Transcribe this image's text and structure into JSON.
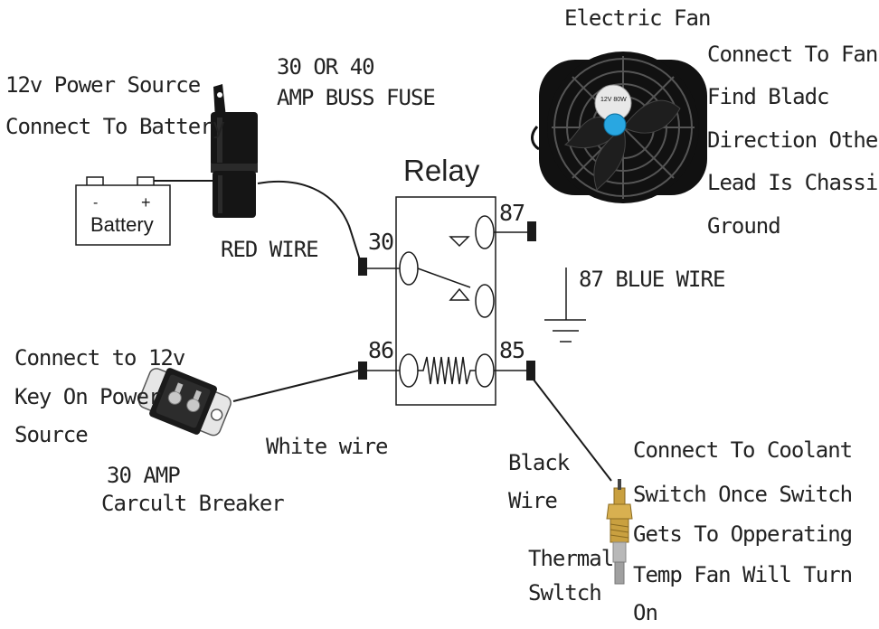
{
  "labels": {
    "power_source_line1": "12v Power Source",
    "power_source_line2": "Connect To Battery",
    "fuse_line1": "30 OR 40",
    "fuse_line2": "AMP BUSS FUSE",
    "battery_minus": "-",
    "battery_plus": "+",
    "battery": "Battery",
    "red_wire": "RED WIRE",
    "relay_title": "Relay",
    "pin_30": "30",
    "pin_87": "87",
    "pin_86": "86",
    "pin_85": "85",
    "blue_wire": "87 BLUE WIRE",
    "electric_fan": "Electric Fan",
    "fan_note_1": "Connect To Fan",
    "fan_note_2": "Find Bladc",
    "fan_note_3": "Direction Other",
    "fan_note_4": "Lead Is Chassis",
    "fan_note_5": "Ground",
    "fan_hub_label": "12V 80W",
    "key_on_1": "Connect to 12v",
    "key_on_2": "Key On Power",
    "key_on_3": "Source",
    "breaker_1": "30 AMP",
    "breaker_2": "Carcult Breaker",
    "white_wire": "White wire",
    "black_wire_1": "Black",
    "black_wire_2": "Wire",
    "thermal_1": "Thermal",
    "thermal_2": "Swltch",
    "coolant_1": "Connect To Coolant",
    "coolant_2": "Switch Once Switch",
    "coolant_3": "Gets To Opperating",
    "coolant_4": "Temp Fan Will Turn",
    "coolant_5": "On"
  },
  "colors": {
    "line": "#1a1a1a",
    "fan_body": "#111111",
    "fan_hub": "#29a7e1",
    "brass": "#c9a040",
    "fuse_body": "#151515"
  }
}
